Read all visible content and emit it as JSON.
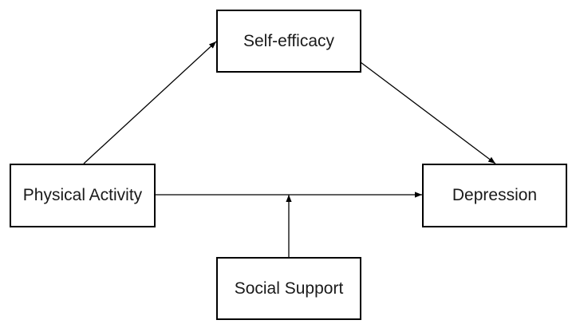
{
  "diagram": {
    "nodes": {
      "self_efficacy": "Self-efficacy",
      "physical_activity": "Physical Activity",
      "depression": "Depression",
      "social_support": "Social Support"
    },
    "edges": [
      {
        "from": "Physical Activity",
        "to": "Self-efficacy"
      },
      {
        "from": "Self-efficacy",
        "to": "Depression"
      },
      {
        "from": "Physical Activity",
        "to": "Depression"
      },
      {
        "from": "Social Support",
        "to": "Physical Activity → Depression path"
      }
    ],
    "colors": {
      "stroke": "#000000",
      "text": "#1a1a1a",
      "background": "#ffffff"
    }
  }
}
